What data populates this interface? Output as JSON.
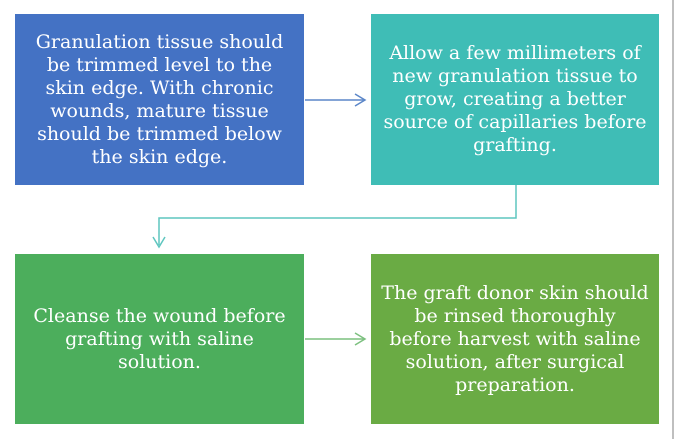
{
  "steps": [
    {
      "text": "Granulation tissue should be trimmed level to the skin edge. With chronic wounds, mature tissue should be trimmed below the skin edge.",
      "color": "#4472c4"
    },
    {
      "text": "Allow a few millimeters of new granulation tissue to grow, creating a better source of capillaries before grafting.",
      "color": "#3fbdb6"
    },
    {
      "text": "Cleanse the wound before grafting with saline solution.",
      "color": "#4cae5c"
    },
    {
      "text": "The graft donor skin should be rinsed thoroughly before harvest with saline solution, after surgical preparation.",
      "color": "#6aab44"
    }
  ],
  "arrow_colors": {
    "blue": "#5b86c8",
    "teal": "#5fc6bf",
    "green": "#7cc07f"
  }
}
